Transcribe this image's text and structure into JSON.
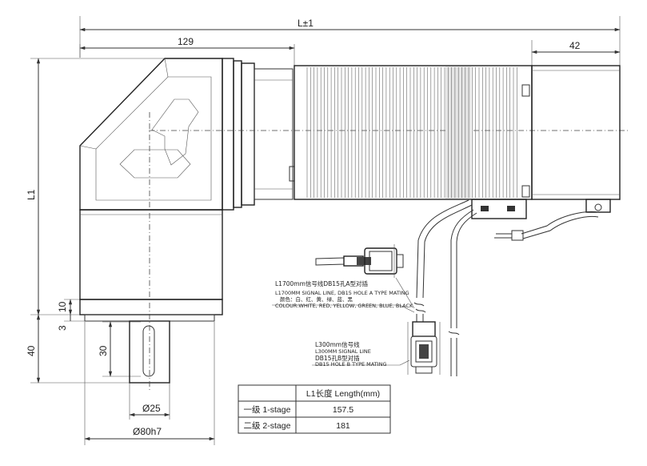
{
  "dimensions": {
    "overall_length": "L±1",
    "gearbox_length": "129",
    "motor_tail": "42",
    "height": "L1",
    "flange_thickness": "10",
    "shaft_step": "3",
    "shaft_length": "40",
    "key_length": "30",
    "shaft_diameter": "Ø25",
    "pilot_diameter": "Ø80h7"
  },
  "notes": {
    "cable_a_title": "L1700mm信号线DB15孔A型对插",
    "cable_a_en": "L1700MM SIGNAL LINE, DB15 HOLE A TYPE MATING",
    "cable_a_colors_cn": "颜色：白、红、黄、绿、蓝、黑",
    "cable_a_colors_en": "COLOUR:WHITE, RED, YELLOW, GREEN, BLUE, BLACK",
    "cable_b_title": "L300mm信号线",
    "cable_b_en": "L300MM SIGNAL LINE",
    "cable_b_conn_cn": "DB15孔B型对插",
    "cable_b_conn_en": "DB15 HOLE B TYPE MATING"
  },
  "table": {
    "header": "L1长度 Length(mm)",
    "rows": [
      {
        "stage": "一级 1-stage",
        "length": "157.5"
      },
      {
        "stage": "二级 2-stage",
        "length": "181"
      }
    ]
  }
}
